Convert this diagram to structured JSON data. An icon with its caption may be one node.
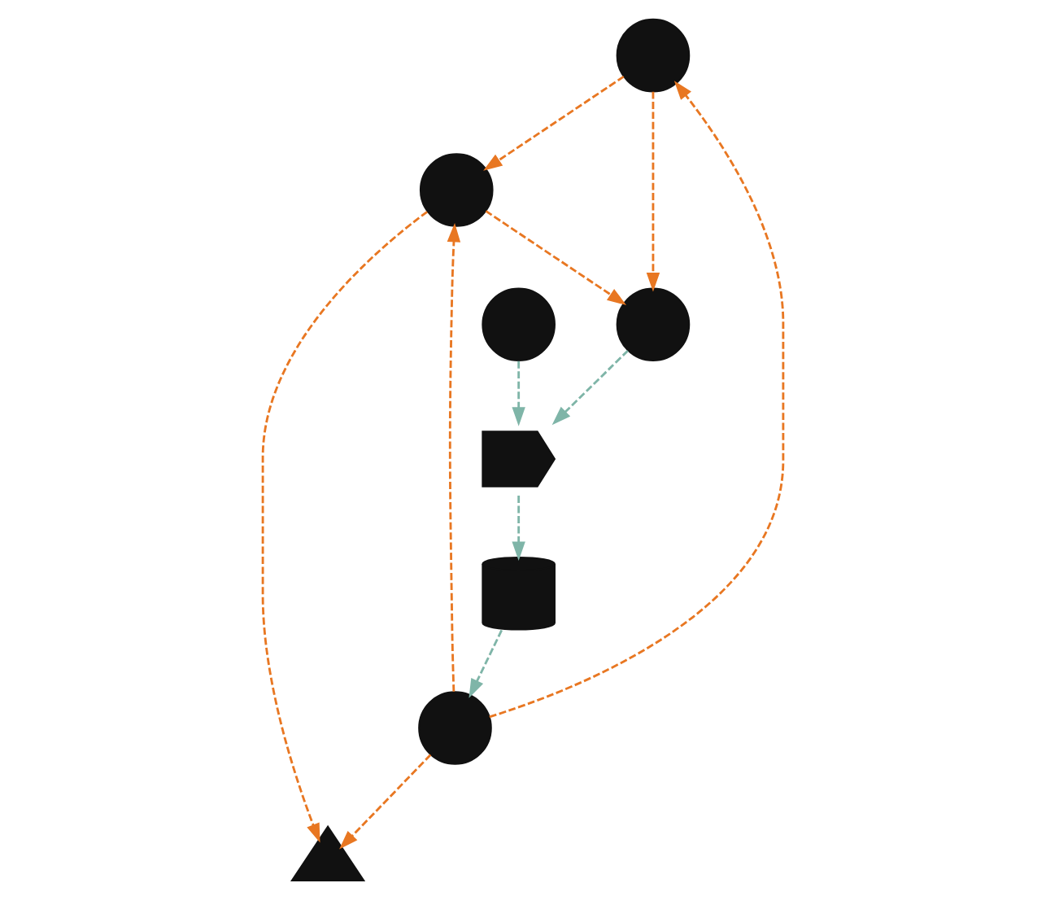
{
  "diagram": {
    "nodes": [
      {
        "text": [],
        "shape": "person"
      },
      {
        "text": [],
        "shape": "person"
      },
      {
        "text": [],
        "shape": "tree"
      },
      {
        "text": [],
        "shape": "person"
      },
      {
        "text": [],
        "shape": "person"
      },
      {
        "text": [],
        "shape": "path"
      },
      {
        "text": [],
        "shape": "coins"
      },
      {
        "text": [],
        "shape": "leaf"
      }
    ],
    "edges": [
      {
        "from": 0,
        "to": 3,
        "arrow": "to",
        "style": "dashed"
      },
      {
        "from": 0,
        "to": 1,
        "arrow": "to",
        "style": "dashed"
      },
      {
        "from": 1,
        "to": 3,
        "arrow": "to",
        "style": "dashed"
      },
      {
        "from": 1,
        "to": 2,
        "arrow": "to",
        "style": "dashed"
      },
      {
        "from": 3,
        "to": 5,
        "arrow": "to",
        "style": "dashed",
        "color": "#7fb5a8"
      },
      {
        "from": 4,
        "to": 5,
        "arrow": "to",
        "style": "dashed",
        "color": "#7fb5a8"
      },
      {
        "from": 5,
        "to": 6,
        "arrow": "to",
        "style": "dashed",
        "color": "#7fb5a8"
      },
      {
        "from": 6,
        "to": 7,
        "arrow": "to",
        "style": "dashed",
        "color": "#7fb5a8"
      },
      {
        "from": 7,
        "to": 0,
        "arrow": "to",
        "style": "dashed"
      },
      {
        "from": 7,
        "to": 1,
        "arrow": "to",
        "style": "dashed"
      },
      {
        "from": 7,
        "to": 2,
        "arrow": "to",
        "style": "dashed"
      }
    ]
  }
}
